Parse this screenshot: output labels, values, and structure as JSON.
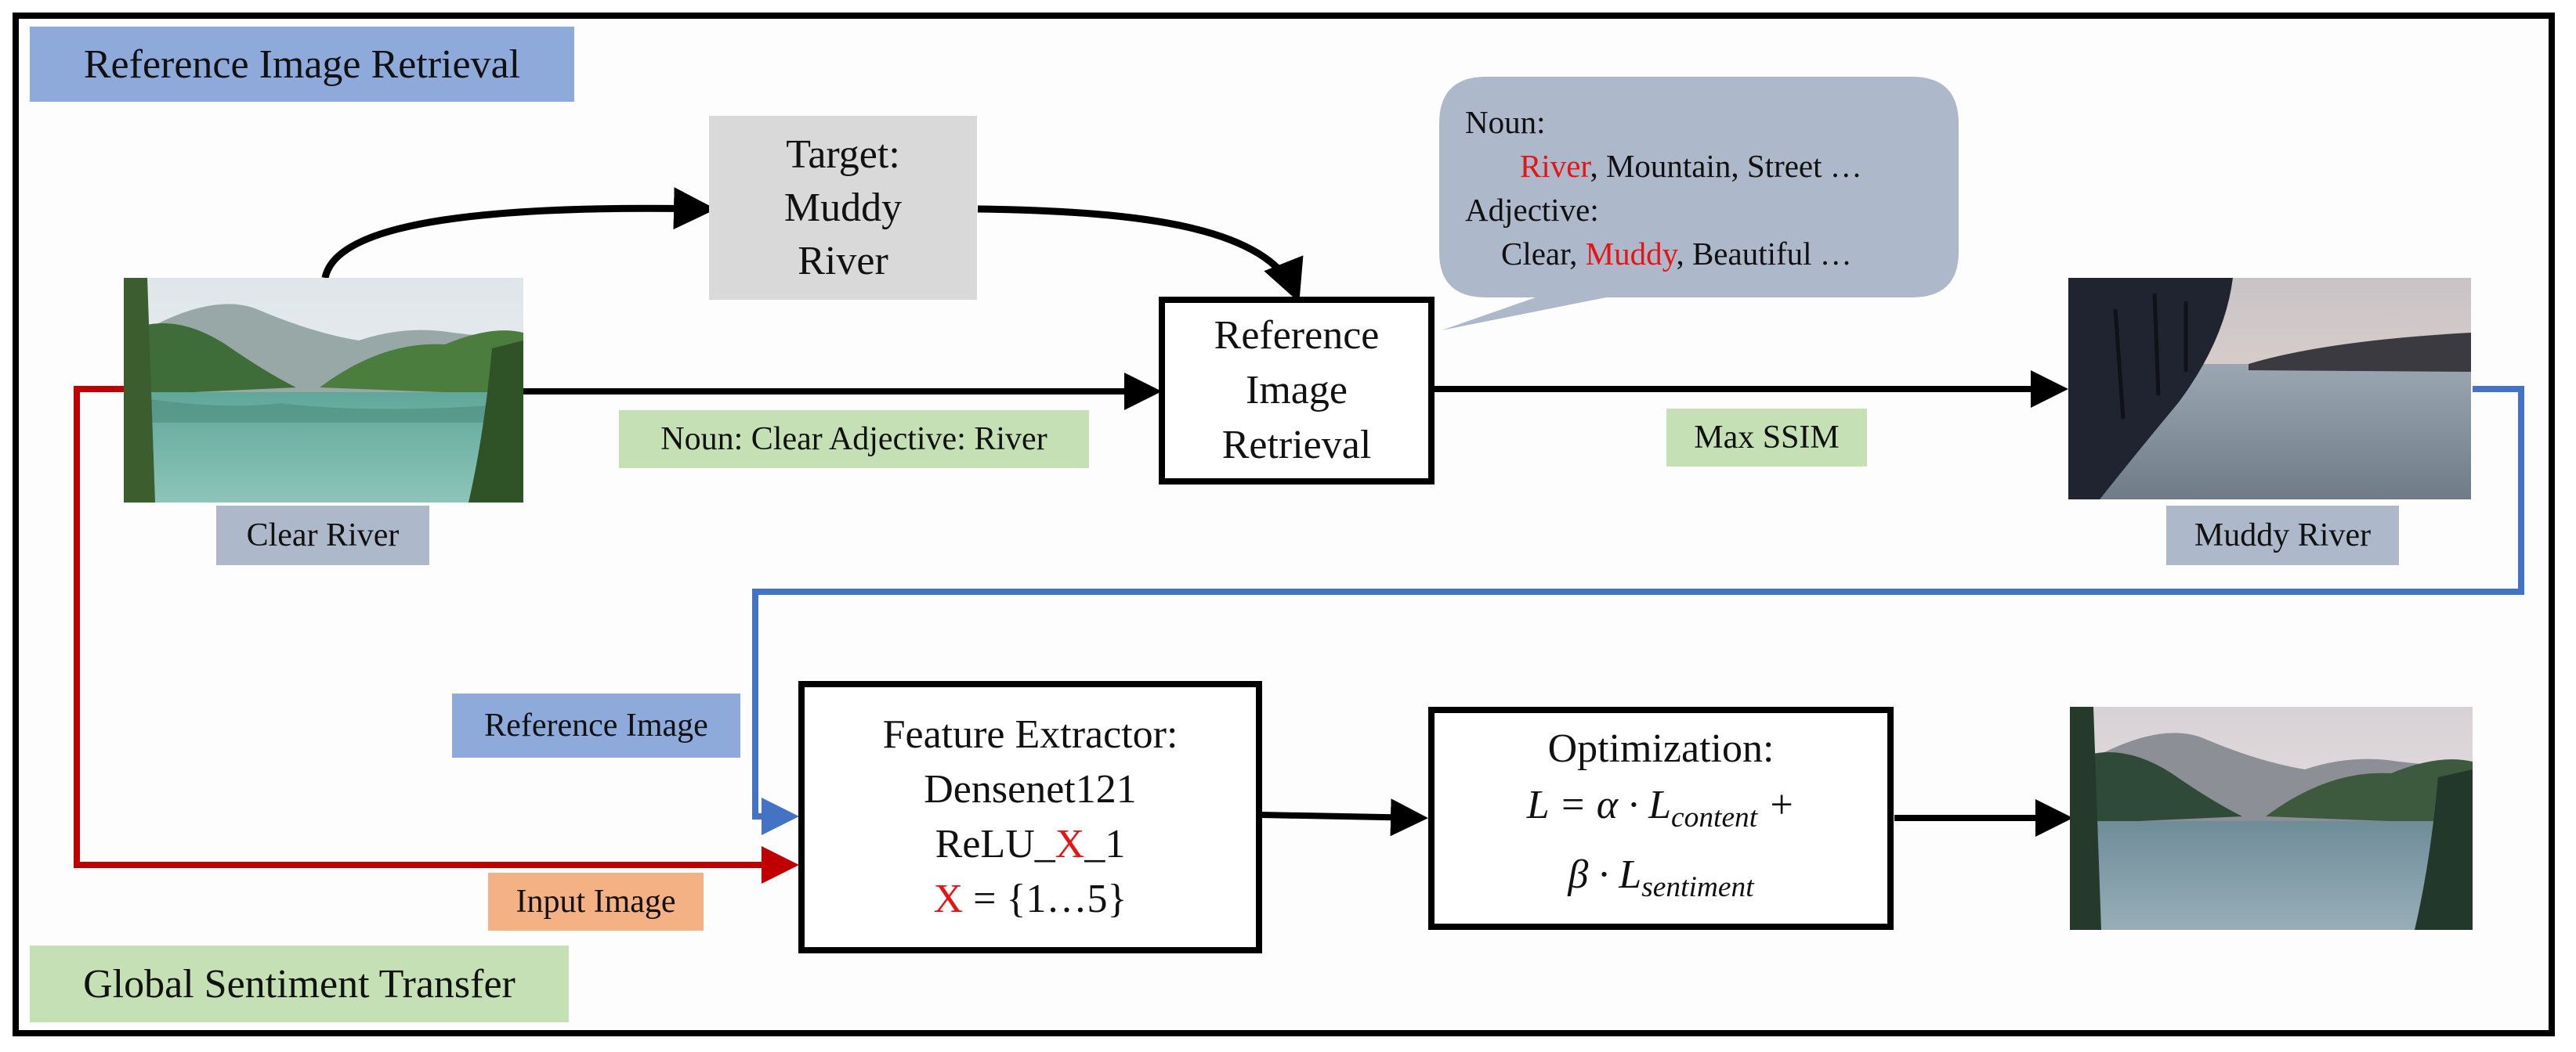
{
  "sections": {
    "top": "Reference Image Retrieval",
    "bottom": "Global Sentiment Transfer"
  },
  "target_box": {
    "line1": "Target:",
    "line2": "Muddy",
    "line3": "River"
  },
  "retrieval_box": {
    "line1": "Reference",
    "line2": "Image",
    "line3": "Retrieval"
  },
  "query_label": "Noun: Clear Adjective: River",
  "metric_label": "Max SSIM",
  "input_caption": "Clear River",
  "reference_caption": "Muddy River",
  "callout": {
    "noun_heading": "Noun:",
    "noun_selected": "River",
    "noun_rest": ", Mountain, Street …",
    "adj_heading": "Adjective:",
    "adj_first": "Clear, ",
    "adj_selected": "Muddy",
    "adj_rest": ", Beautiful …"
  },
  "extractor_box": {
    "line1": "Feature Extractor:",
    "line2": "Densenet121",
    "line3_prefix": "ReLU_",
    "line3_var": "X",
    "line3_suffix": "_1",
    "line4_var": "X",
    "line4_rest": " = {1…5}"
  },
  "optimization_box": {
    "title": "Optimization:",
    "eq1_lhs": "L = α · L",
    "eq1_sub": "content",
    "eq1_tail": " +",
    "eq2_lhs": "β · L",
    "eq2_sub": "sentiment"
  },
  "arrow_labels": {
    "reference_image": "Reference Image",
    "input_image": "Input Image"
  },
  "colors": {
    "red_path": "#c00000",
    "blue_path": "#4472c4",
    "highlight": "#e61414"
  },
  "images": {
    "input": "clear-river-photo",
    "reference": "muddy-river-photo",
    "output": "transferred-river-photo"
  }
}
